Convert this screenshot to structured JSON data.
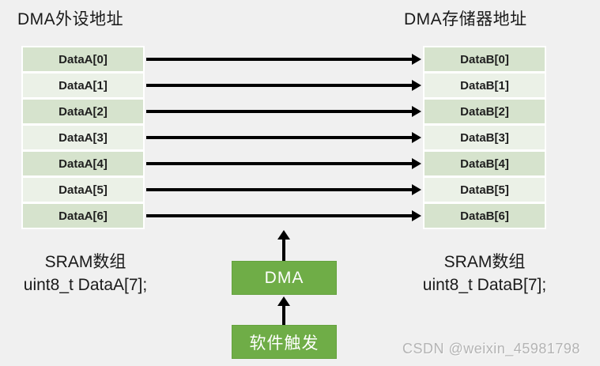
{
  "titles": {
    "left": "DMA外设地址",
    "right": "DMA存储器地址"
  },
  "tables": {
    "left": {
      "rows": [
        "DataA[0]",
        "DataA[1]",
        "DataA[2]",
        "DataA[3]",
        "DataA[4]",
        "DataA[5]",
        "DataA[6]"
      ]
    },
    "right": {
      "rows": [
        "DataB[0]",
        "DataB[1]",
        "DataB[2]",
        "DataB[3]",
        "DataB[4]",
        "DataB[5]",
        "DataB[6]"
      ]
    }
  },
  "captions": {
    "left": {
      "line1": "SRAM数组",
      "line2": "uint8_t DataA[7];"
    },
    "right": {
      "line1": "SRAM数组",
      "line2": "uint8_t DataB[7];"
    }
  },
  "flow": {
    "dma_label": "DMA",
    "trigger_label": "软件触发"
  },
  "watermark": "CSDN @weixin_45981798",
  "colors": {
    "background": "#f0f0f0",
    "row_band_dark": "#d6e3cd",
    "row_band_light": "#ebf1e7",
    "flow_box_green": "#6fad47",
    "arrow_black": "#000000",
    "watermark_gray": "#b4b4b4",
    "text_dark": "#1a1a1a"
  }
}
